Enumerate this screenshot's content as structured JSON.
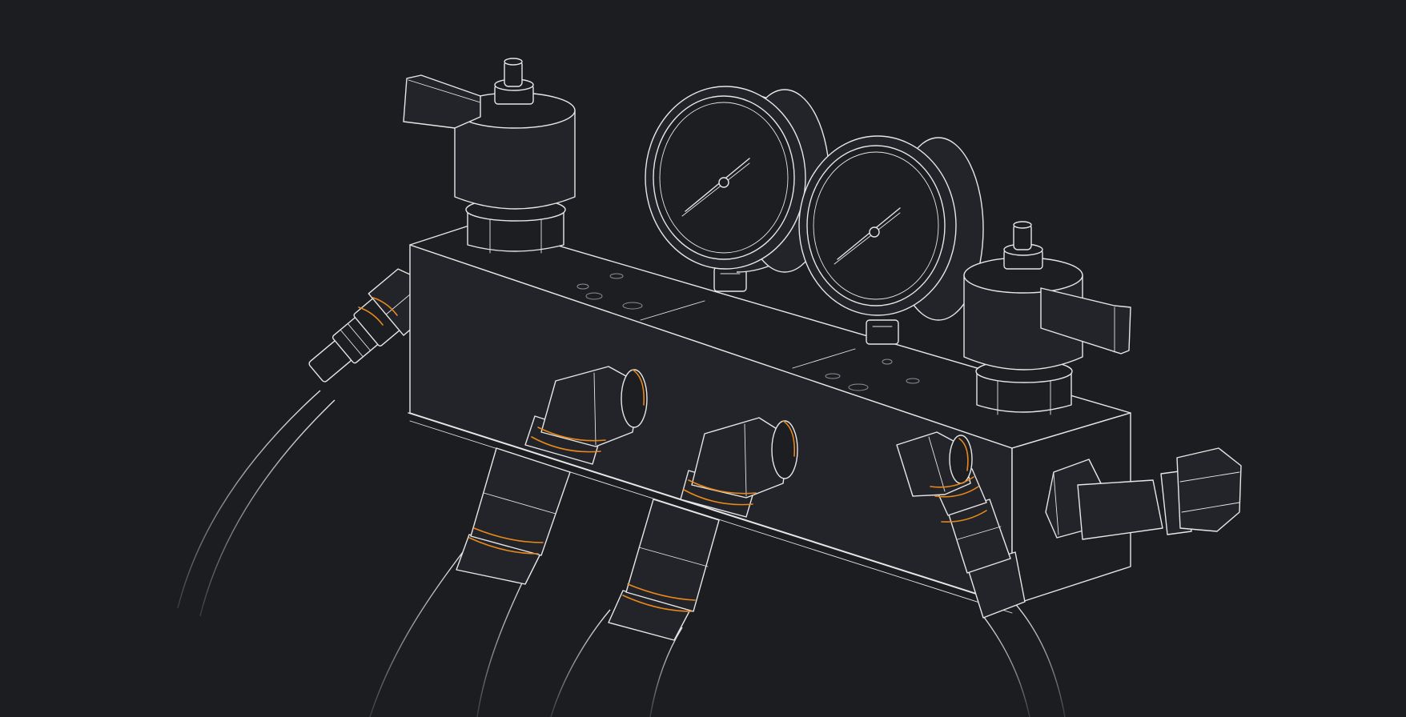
{
  "colors": {
    "background": "#1c1d21",
    "line": "#e6e6e6",
    "accent_orange": "#e8891a"
  },
  "components": {
    "manifold_block": "manifold-block",
    "valves": [
      "left-valve",
      "right-valve"
    ],
    "gauges": [
      "left-pressure-gauge",
      "right-pressure-gauge"
    ],
    "hoses": [
      "hose-far-left",
      "hose-center-left",
      "hose-center",
      "hose-right"
    ],
    "side_fitting": "elbow-fitting"
  }
}
